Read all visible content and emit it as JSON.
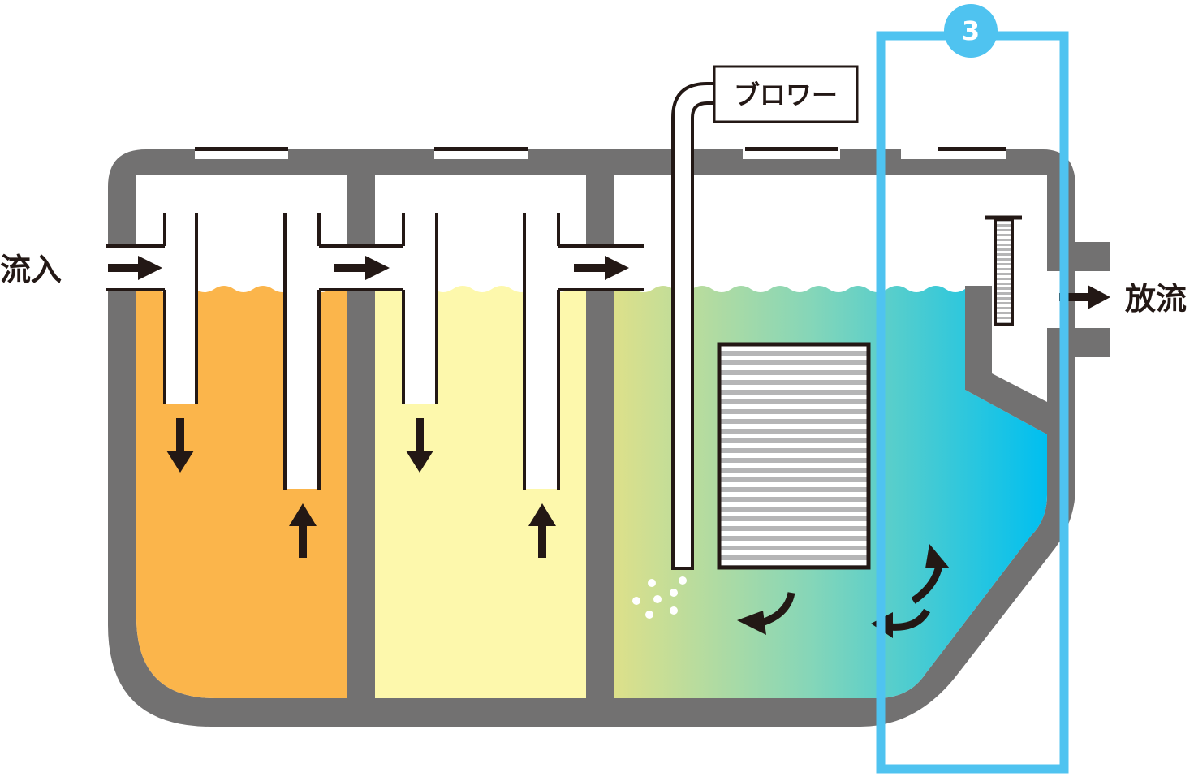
{
  "labels": {
    "inflow": "流入",
    "outflow": "放流",
    "blower": "ブロワー"
  },
  "highlight": {
    "badge_number": "3",
    "color": "#4fc3f0"
  },
  "chambers": [
    {
      "name": "first-chamber",
      "color": "#fbb54b"
    },
    {
      "name": "second-chamber",
      "color": "#fdf8ac"
    },
    {
      "name": "third-chamber",
      "color_start": "#dde08a",
      "color_end": "#00bff0"
    }
  ],
  "colors": {
    "tank_wall": "#727171",
    "outline": "#231815",
    "filter_stripe": "#b5b5b6"
  }
}
